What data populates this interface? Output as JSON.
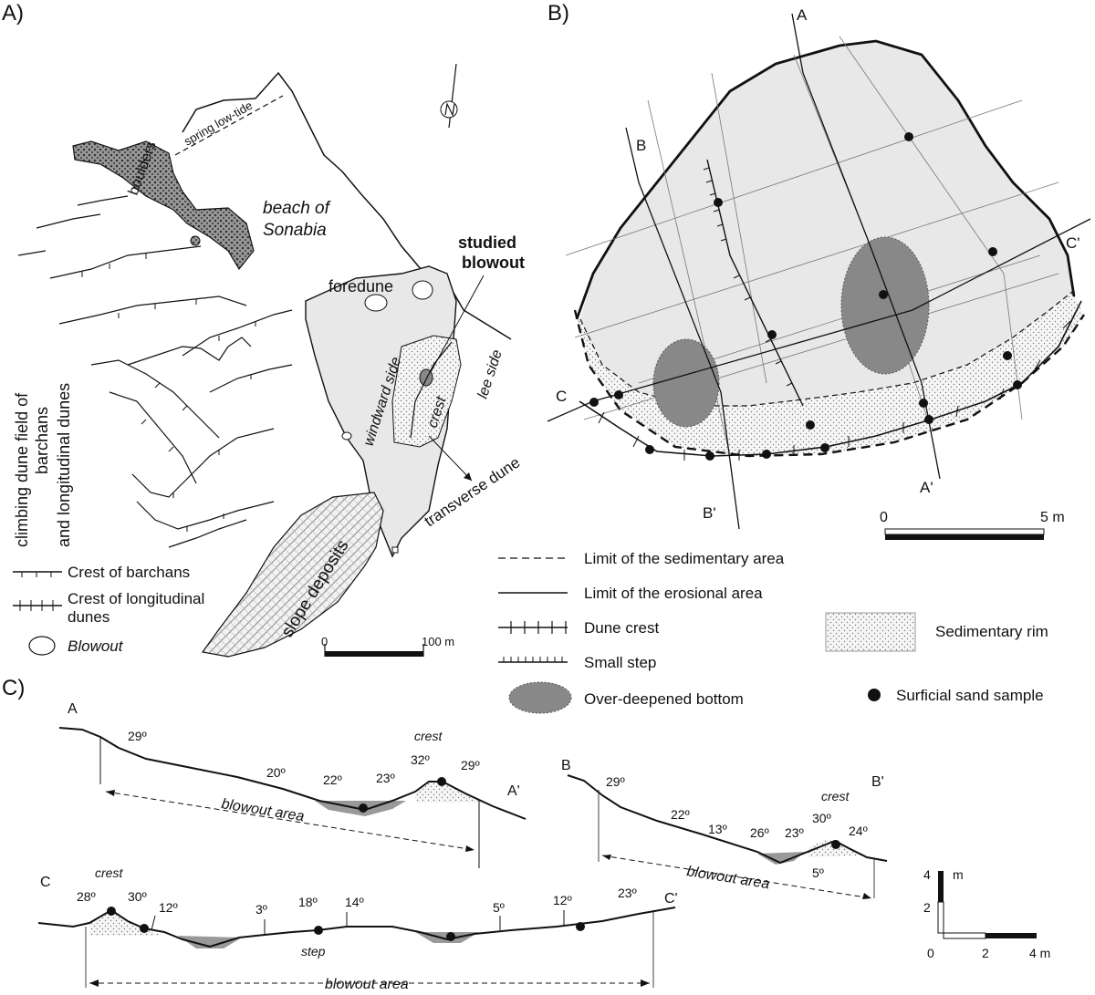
{
  "panels": {
    "a": "A)",
    "b": "B)",
    "c": "C)"
  },
  "map_a": {
    "spring_low_tide": "spring low-tide",
    "boulders": "boulders",
    "beach_line1": "beach of",
    "beach_line2": "Sonabia",
    "foredune": "foredune",
    "studied1": "studied",
    "studied2": "blowout",
    "windward_side": "windward side",
    "crest": "crest",
    "lee_side": "lee side",
    "transverse_dune": "transverse dune",
    "slope_deposits": "slope deposits",
    "climbing1": "climbing dune field of",
    "climbing2": "barchans",
    "climbing3": "and longitudinal dunes",
    "scale_0": "0",
    "scale_100": "100 m",
    "legend_barchans": "Crest of barchans",
    "legend_longitudinal_1": "Crest of longitudinal",
    "legend_longitudinal_2": "dunes",
    "legend_blowout": "Blowout"
  },
  "map_b": {
    "A": "A",
    "A_prime": "A'",
    "B": "B",
    "B_prime": "B'",
    "C": "C",
    "C_prime": "C'",
    "scale_0": "0",
    "scale_5": "5 m"
  },
  "legend_b": {
    "sedimentary_limit": "Limit of the sedimentary area",
    "erosional_limit": "Limit of the erosional area",
    "dune_crest": "Dune crest",
    "small_step": "Small step",
    "over_deepened": "Over-deepened bottom",
    "sedimentary_rim": "Sedimentary rim",
    "sand_sample": "Surficial sand sample"
  },
  "profiles": {
    "aa": {
      "start": "A",
      "end": "A'",
      "crest": "crest",
      "area": "blowout area",
      "angles": [
        "29º",
        "20º",
        "22º",
        "23º",
        "32º",
        "29º"
      ]
    },
    "bb": {
      "start": "B",
      "end": "B'",
      "crest": "crest",
      "area": "blowout area",
      "angles": [
        "29º",
        "22º",
        "13º",
        "26º",
        "23º",
        "30º",
        "24º",
        "5º"
      ]
    },
    "cc": {
      "start": "C",
      "end": "C'",
      "crest": "crest",
      "step": "step",
      "area": "blowout area",
      "angles": [
        "28º",
        "30º",
        "12º",
        "3º",
        "18º",
        "14º",
        "5º",
        "12º",
        "23º"
      ]
    }
  },
  "vertical_scale": {
    "v4": "4",
    "v2": "2",
    "unit": "m",
    "h0": "0",
    "h2": "2",
    "h4": "4 m"
  }
}
